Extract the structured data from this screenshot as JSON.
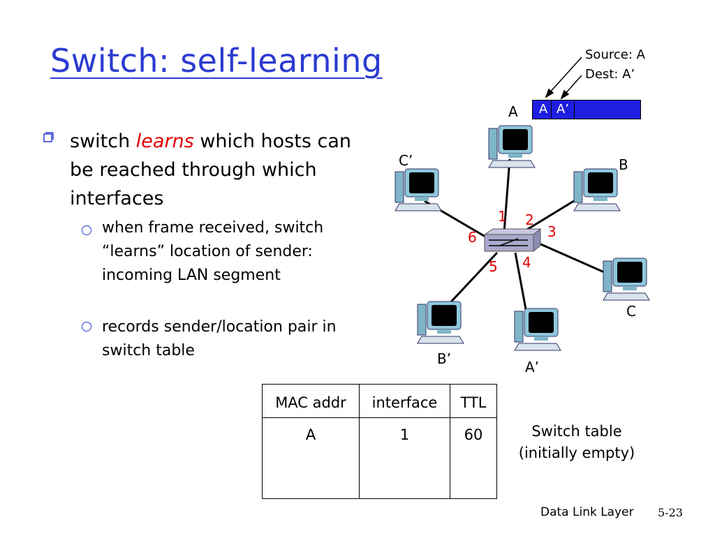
{
  "title": "Switch: self-learning",
  "bullets": {
    "main_pre": "switch ",
    "main_em": "learns",
    "main_post": " which hosts can be reached through which interfaces",
    "sub": [
      "when frame received, switch “learns”  location of sender: incoming LAN segment",
      "records sender/location pair in switch table"
    ]
  },
  "diagram": {
    "source_label": "Source: A",
    "dest_label": "Dest: A’",
    "frame": {
      "src": "A",
      "dst": "A’"
    },
    "hosts": {
      "A": "A",
      "B": "B",
      "C": "C",
      "A_prime": "A’",
      "B_prime": "B’",
      "C_prime": "C’"
    },
    "ports": [
      "1",
      "2",
      "3",
      "4",
      "5",
      "6"
    ]
  },
  "switch_table": {
    "headers": [
      "MAC addr",
      "interface",
      "TTL"
    ],
    "rows": [
      [
        "A",
        "1",
        "60"
      ]
    ],
    "caption_line1": "Switch table",
    "caption_line2": "(initially empty)"
  },
  "footer": {
    "chapter": "Data Link Layer",
    "page": "5-23"
  },
  "colors": {
    "title": "#2b3bd1",
    "emphasis": "#e00000",
    "frame": "#1e1ee0"
  }
}
